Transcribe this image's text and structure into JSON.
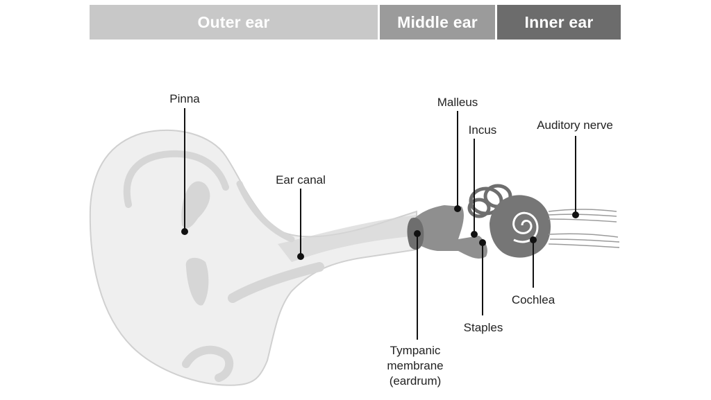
{
  "header": {
    "sections": [
      {
        "label": "Outer ear",
        "color": "#c8c8c8"
      },
      {
        "label": "Middle ear",
        "color": "#9b9b9b"
      },
      {
        "label": "Inner ear",
        "color": "#6c6c6c"
      }
    ]
  },
  "labels": {
    "pinna": "Pinna",
    "ear_canal": "Ear canal",
    "malleus": "Malleus",
    "incus": "Incus",
    "auditory_nerve": "Auditory nerve",
    "cochlea": "Cochlea",
    "staples": "Staples",
    "tympanic_line1": "Tympanic",
    "tympanic_line2": "membrane",
    "tympanic_line3": "(eardrum)"
  },
  "colors": {
    "outer_fill": "#efefef",
    "outer_stroke": "#d0d0d0",
    "inner_fold": "#d6d6d6",
    "ossicle": "#8f8f8f",
    "ossicle_dark": "#6e6e6e",
    "cochlea": "#767676",
    "nerve": "#9a9a9a",
    "pointer": "#111111"
  }
}
